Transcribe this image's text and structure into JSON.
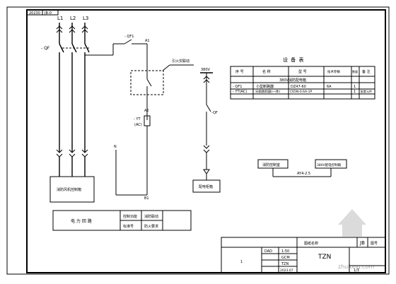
{
  "sheet": {
    "tab_left": "20230",
    "tab_right": "JB-0"
  },
  "phases": [
    "L1",
    "L2",
    "L3"
  ],
  "labels": {
    "qf_main": "- QF",
    "qf1": "- QF1",
    "node_a1": "A1",
    "node_a2": "A2",
    "node_b1": "B1",
    "node_n": "N",
    "yt": "- YT",
    "yt_note": "(AC)",
    "remote_box": "引火灾联动",
    "load_box": "消防风机控制箱",
    "v380": "380V",
    "qf_right": "-QF",
    "right_box": "配电柜箱"
  },
  "equipment_table": {
    "title": "设 备 表",
    "headers": [
      "序 号",
      "名 称",
      "型 号",
      "技术参数",
      "数量",
      "备 注"
    ],
    "subtitle": "380V消防配电箱",
    "rows": [
      [
        "- QF1",
        "小型断路器",
        "DZ47-60",
        "6A",
        "1",
        ""
      ],
      [
        "- YT(AC)",
        "分励脱扣器(一体)",
        "C65N-0.6A-1P",
        "",
        "1",
        "配套元件"
      ]
    ]
  },
  "bus_diagram": {
    "left_box": "消防控制室",
    "right_box": "380V配电控制箱",
    "link_label": "AY4-2.5"
  },
  "control_table": {
    "left_label": "电 力 回 路",
    "cells": [
      [
        "控制功能",
        "消防联动"
      ],
      [
        "标准号",
        "防火要求"
      ]
    ]
  },
  "title_block": {
    "drawing_label": "图纸名称",
    "drawing_value": "JB",
    "code_label": "图号",
    "name": "TZN",
    "mark": "1",
    "rows": [
      [
        "DAD",
        "1:50"
      ],
      [
        "",
        "GCM"
      ],
      [
        "",
        "TZN"
      ],
      [
        "",
        "2023.07"
      ]
    ],
    "sheet_mark": "1/1"
  },
  "watermark": "zhulong.com"
}
